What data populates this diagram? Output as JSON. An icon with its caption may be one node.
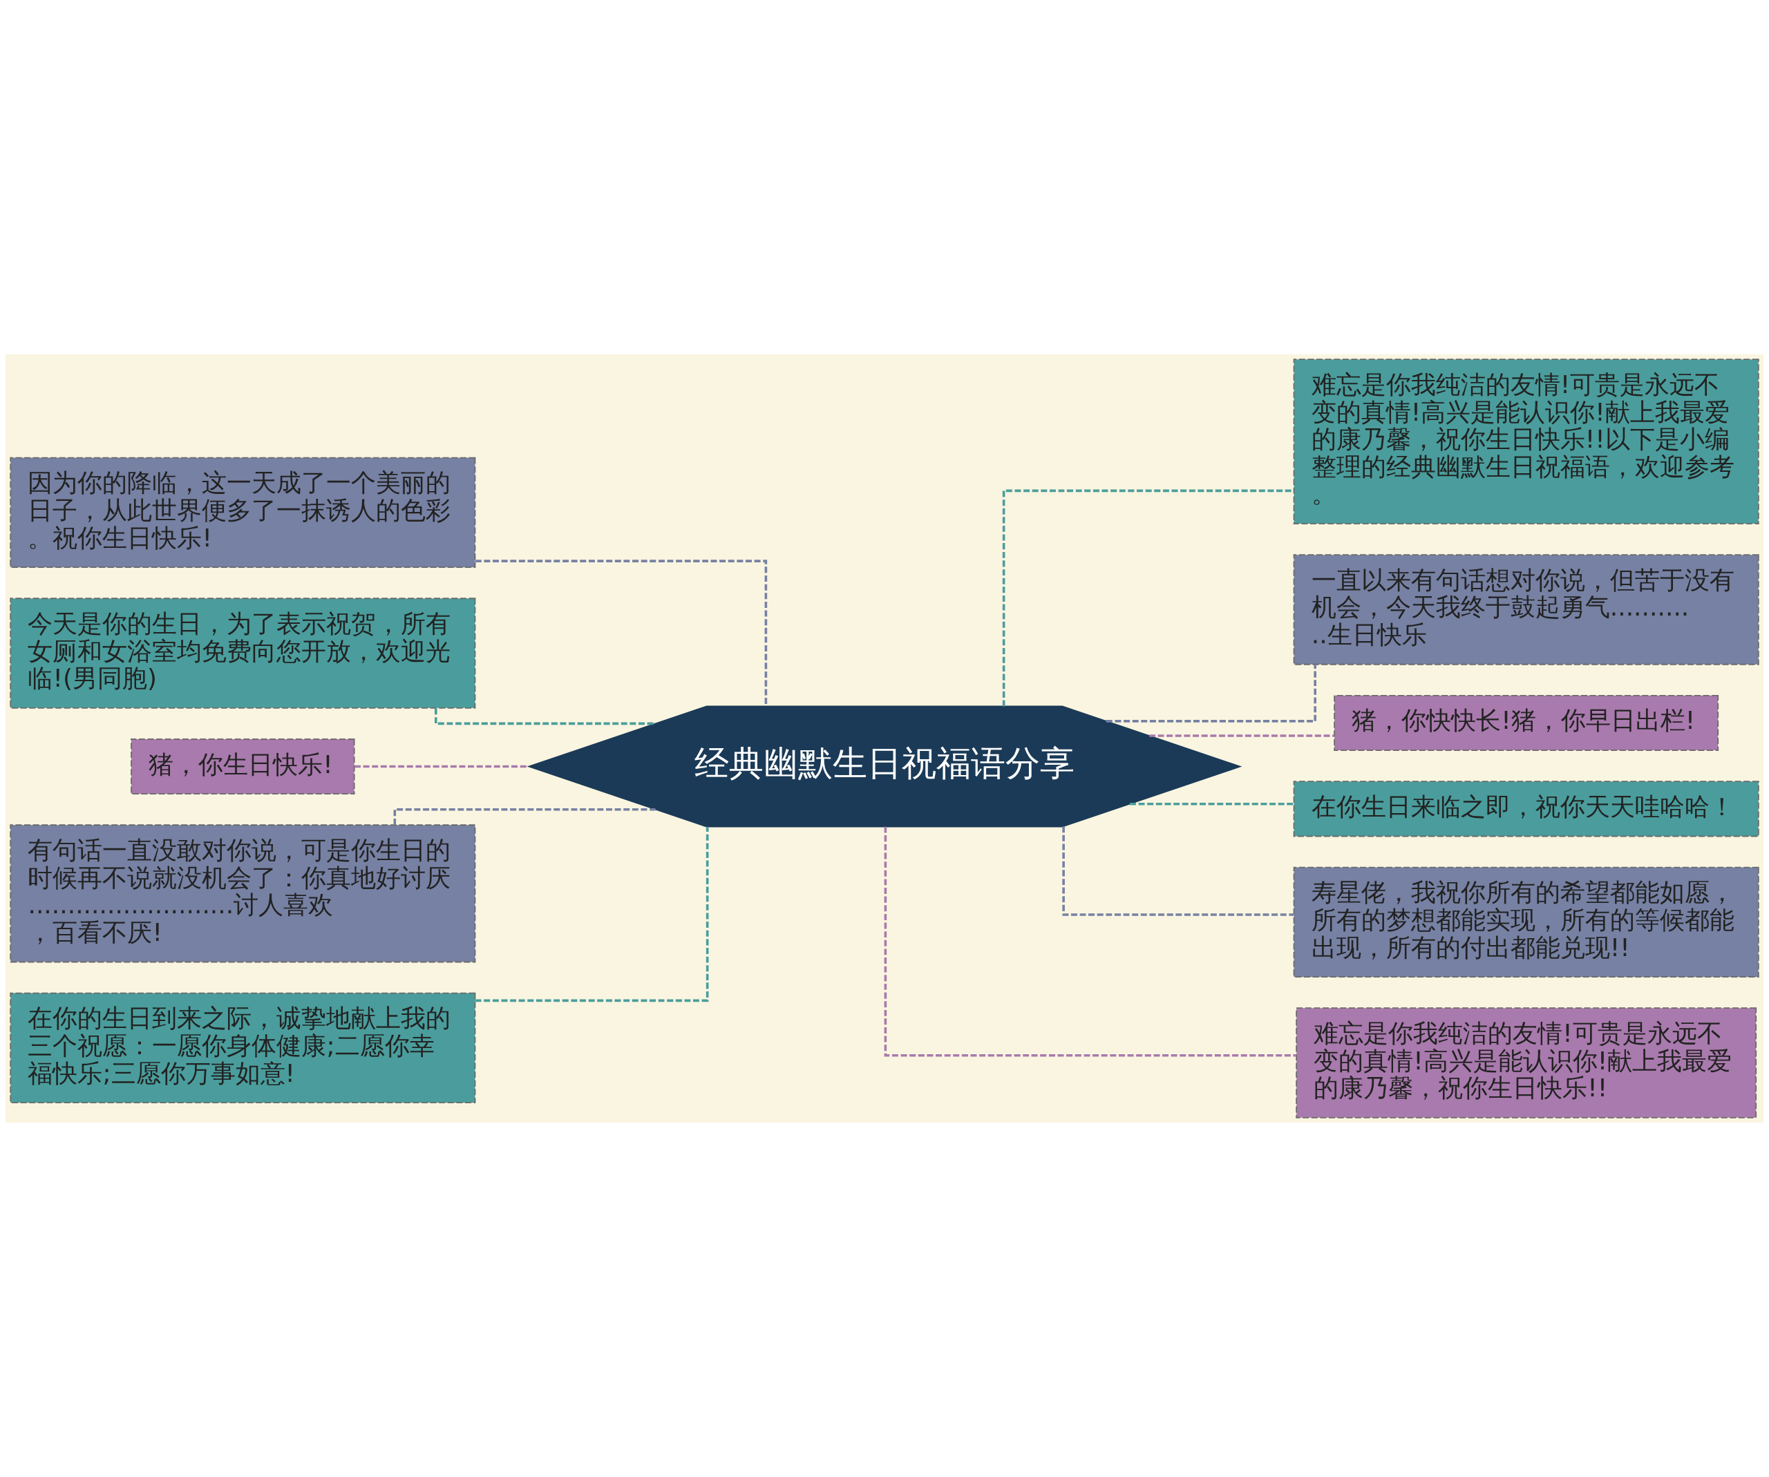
{
  "diagram": {
    "nodes": [
      {
        "text": [
          "经典幽默生日祝福语分享"
        ]
      },
      {
        "text": [
          "因为你的降临，这一天成了一个美丽的日子，从此世界便多了一抹诱人的色彩。祝你生日快乐!"
        ]
      },
      {
        "text": [
          "今天是你的生日，为了表示祝贺，所有女厕和女浴室均免费向您开放，欢迎光临!(男同胞)"
        ]
      },
      {
        "text": [
          "猪，你生日快乐!"
        ]
      },
      {
        "text": [
          "有句话一直没敢对你说，可是你生日的时候再不说就没机会了：你真地好讨厌..........................讨人喜欢，百看不厌!"
        ]
      },
      {
        "text": [
          "在你的生日到来之际，诚挚地献上我的三个祝愿：一愿你身体健康;二愿你幸福快乐;三愿你万事如意!"
        ]
      },
      {
        "text": [
          "难忘是你我纯洁的友情!可贵是永远不变的真情!高兴是能认识你!献上我最爱的康乃馨，祝你生日快乐!!以下是小编整理的经典幽默生日祝福语，欢迎参考。"
        ]
      },
      {
        "text": [
          "一直以来有句话想对你说，但苦于没有机会，今天我终于鼓起勇气............生日快乐"
        ]
      },
      {
        "text": [
          "猪，你快快长!猪，你早日出栏!"
        ]
      },
      {
        "text": [
          "在你生日来临之即，祝你天天哇哈哈！"
        ]
      },
      {
        "text": [
          "寿星佬，我祝你所有的希望都能如愿，所有的梦想都能实现，所有的等候都能出现，所有的付出都能兑现!!"
        ]
      },
      {
        "text": [
          "难忘是你我纯洁的友情!可贵是永远不变的真情!高兴是能认识你!献上我最爱的康乃馨，祝你生日快乐!!"
        ]
      }
    ],
    "edges": [
      {
        "from": 0,
        "to": 1,
        "arrow": "none",
        "style": "dashed"
      },
      {
        "from": 0,
        "to": 2,
        "arrow": "none",
        "style": "dashed"
      },
      {
        "from": 0,
        "to": 3,
        "arrow": "none",
        "style": "dashed"
      },
      {
        "from": 0,
        "to": 4,
        "arrow": "none",
        "style": "dashed"
      },
      {
        "from": 0,
        "to": 5,
        "arrow": "none",
        "style": "dashed"
      },
      {
        "from": 0,
        "to": 6,
        "arrow": "none",
        "style": "dashed"
      },
      {
        "from": 0,
        "to": 7,
        "arrow": "none",
        "style": "dashed"
      },
      {
        "from": 0,
        "to": 8,
        "arrow": "none",
        "style": "dashed"
      },
      {
        "from": 0,
        "to": 9,
        "arrow": "none",
        "style": "dashed"
      },
      {
        "from": 0,
        "to": 10,
        "arrow": "none",
        "style": "dashed"
      },
      {
        "from": 0,
        "to": 11,
        "arrow": "none",
        "style": "dashed"
      }
    ]
  }
}
